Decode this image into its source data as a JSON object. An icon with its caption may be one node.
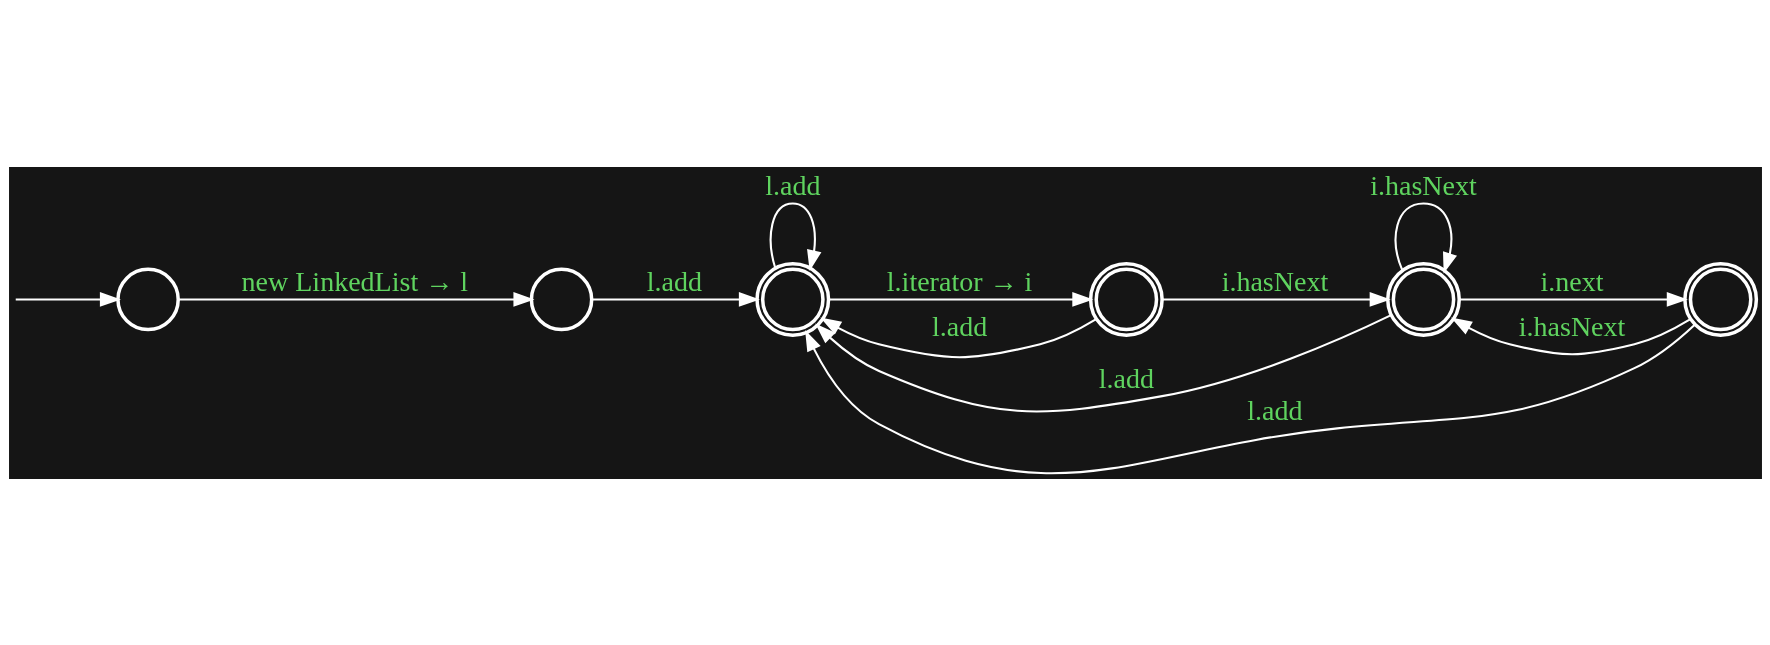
{
  "diagram": {
    "nodes": [
      {
        "text": [],
        "shape": "circle"
      },
      {
        "text": [],
        "shape": "circle"
      },
      {
        "text": [],
        "shape": "doublecircle"
      },
      {
        "text": [],
        "shape": "doublecircle"
      },
      {
        "text": [],
        "shape": "doublecircle"
      },
      {
        "text": [],
        "shape": "doublecircle"
      }
    ],
    "edges": [
      {
        "from": null,
        "to": 0,
        "arrow": "to"
      },
      {
        "from": 0,
        "to": 1,
        "arrow": "to",
        "label": "new LinkedList → l"
      },
      {
        "from": 1,
        "to": 2,
        "arrow": "to",
        "label": "l.add"
      },
      {
        "from": 2,
        "to": 2,
        "arrow": "to",
        "label": "l.add"
      },
      {
        "from": 2,
        "to": 3,
        "arrow": "to",
        "label": "l.iterator → i"
      },
      {
        "from": 3,
        "to": 2,
        "arrow": "to",
        "label": "l.add"
      },
      {
        "from": 3,
        "to": 4,
        "arrow": "to",
        "label": "i.hasNext"
      },
      {
        "from": 4,
        "to": 4,
        "arrow": "to",
        "label": "i.hasNext"
      },
      {
        "from": 4,
        "to": 5,
        "arrow": "to",
        "label": "i.next"
      },
      {
        "from": 5,
        "to": 4,
        "arrow": "to",
        "label": "i.hasNext"
      },
      {
        "from": 4,
        "to": 2,
        "arrow": "to",
        "label": "l.add"
      },
      {
        "from": 5,
        "to": 2,
        "arrow": "to",
        "label": "l.add"
      }
    ]
  }
}
